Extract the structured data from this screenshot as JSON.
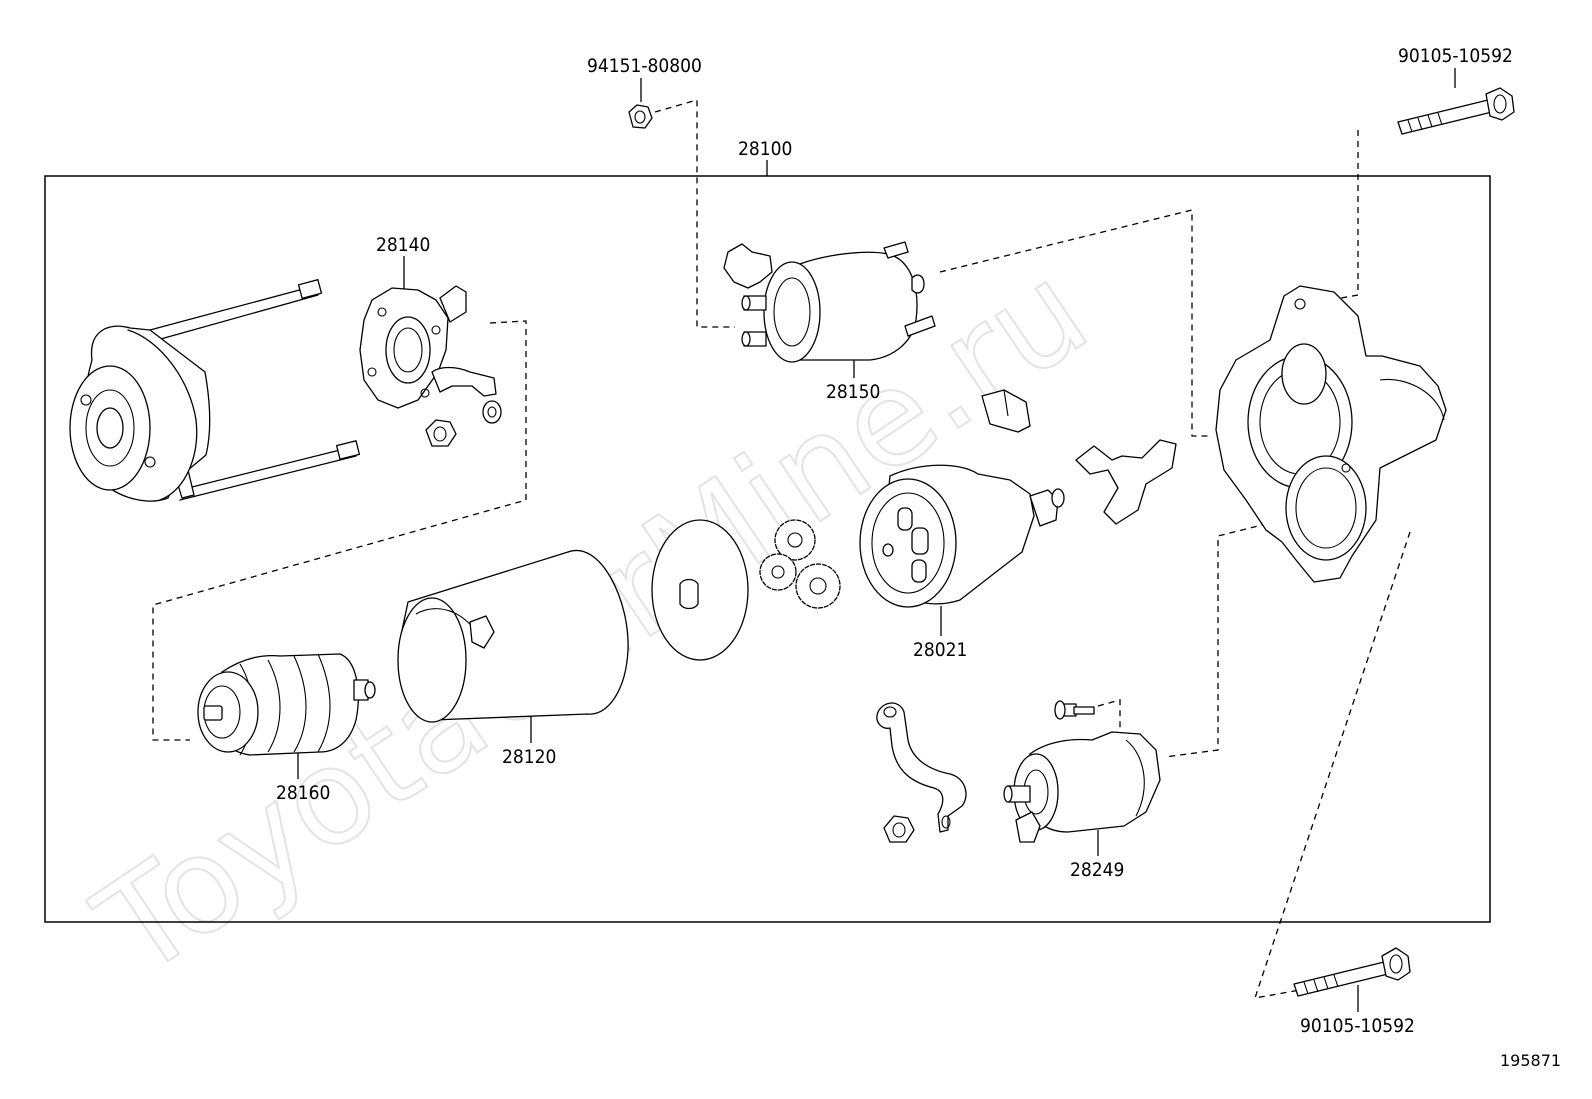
{
  "watermark": "ToyotaCarMine.ru",
  "diagram_id": "195871",
  "parts": {
    "assembly": "28100",
    "nut_top": "94151-80800",
    "bolt_top": "90105-10592",
    "bolt_bottom": "90105-10592",
    "brush_holder": "28140",
    "solenoid": "28150",
    "yoke": "28120",
    "armature": "28160",
    "clutch": "28021",
    "switch": "28249"
  }
}
